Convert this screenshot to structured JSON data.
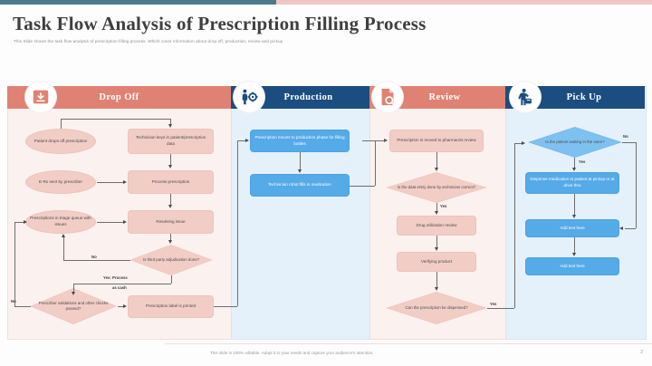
{
  "slide": {
    "title": "Task Flow Analysis of Prescription Filling Process",
    "subtitle": "This Slide shows the task flow analysis of prescription filling process. Which cover information about drop off, production, review and pickup",
    "footer_note": "This slide is 100% editable. Adapt it to your needs and capture your audience's attention.",
    "page_number": "2"
  },
  "colors": {
    "coral": "#e08273",
    "navy": "#1b4d80",
    "pink_node": "#f2cdc6",
    "blue_node": "#55aae8",
    "pink_panel": "#fbf1ef",
    "blue_panel": "#e4f1fb",
    "accent_teal": "#4d7a8a",
    "accent_pink": "#efc7c4"
  },
  "phases": [
    {
      "id": "drop-off",
      "label": "Drop Off",
      "icon": "download-arrow-icon",
      "band_color": "#e08273"
    },
    {
      "id": "production",
      "label": "Production",
      "icon": "worker-gear-icon",
      "band_color": "#1b4d80"
    },
    {
      "id": "review",
      "label": "Review",
      "icon": "document-search-icon",
      "band_color": "#e08273"
    },
    {
      "id": "pick-up",
      "label": "Pick Up",
      "icon": "pickup-person-icon",
      "band_color": "#1b4d80"
    }
  ],
  "chart_data": {
    "type": "diagram",
    "title": "Task Flow Analysis of Prescription Filling Process",
    "lanes": [
      "Drop Off",
      "Production",
      "Review",
      "Pick Up"
    ],
    "nodes": [
      {
        "id": "n1",
        "lane": "Drop Off",
        "shape": "ellipse",
        "text": "Patient drops off prescription"
      },
      {
        "id": "n2",
        "lane": "Drop Off",
        "shape": "process",
        "text": "Technician keys in patient/prescription data"
      },
      {
        "id": "n3",
        "lane": "Drop Off",
        "shape": "ellipse",
        "text": "E-Rx sent by prescriber"
      },
      {
        "id": "n4",
        "lane": "Drop Off",
        "shape": "process",
        "text": "Process prescription"
      },
      {
        "id": "n5",
        "lane": "Drop Off",
        "shape": "ellipse",
        "text": "Prescriptions in triage queue with issues"
      },
      {
        "id": "n6",
        "lane": "Drop Off",
        "shape": "process",
        "text": "Resolving issue"
      },
      {
        "id": "n7",
        "lane": "Drop Off",
        "shape": "decision",
        "text": "Is third party adjudication done?"
      },
      {
        "id": "n8",
        "lane": "Drop Off",
        "shape": "decision",
        "text": "Prescriber validations and other checks passed?"
      },
      {
        "id": "n9",
        "lane": "Drop Off",
        "shape": "process",
        "text": "Prescription label is printed"
      },
      {
        "id": "n10",
        "lane": "Production",
        "shape": "process",
        "text": "Prescription moves to production phase for filling bottles"
      },
      {
        "id": "n11",
        "lane": "Production",
        "shape": "process",
        "text": "Technician robot fills in medication"
      },
      {
        "id": "n12",
        "lane": "Review",
        "shape": "process",
        "text": "Prescription is moved to pharmacist review"
      },
      {
        "id": "n13",
        "lane": "Review",
        "shape": "decision",
        "text": "Is the data entry done by technician correct?"
      },
      {
        "id": "n14",
        "lane": "Review",
        "shape": "process",
        "text": "Drug utilization review"
      },
      {
        "id": "n15",
        "lane": "Review",
        "shape": "process",
        "text": "Verifying product"
      },
      {
        "id": "n16",
        "lane": "Review",
        "shape": "decision",
        "text": "Can the prescription be dispensed?"
      },
      {
        "id": "n17",
        "lane": "Pick Up",
        "shape": "decision",
        "text": "Is the patient waiting in the store?"
      },
      {
        "id": "n18",
        "lane": "Pick Up",
        "shape": "process",
        "text": "Dispense medication to patient at pickup or at drive thru"
      },
      {
        "id": "n19",
        "lane": "Pick Up",
        "shape": "process",
        "text": "Add text here"
      },
      {
        "id": "n20",
        "lane": "Pick Up",
        "shape": "process",
        "text": "Add text here"
      }
    ],
    "edge_labels": {
      "e_no_adjudication": "No",
      "e_yes_process_cash_l1": "Yes: Process",
      "e_yes_process_cash_l2": "as cash",
      "e_no_checks": "No",
      "e_yes_dataentry": "Yes",
      "e_yes_dispensed": "Yes",
      "e_no_waiting": "No",
      "e_yes_waiting": "Yes"
    }
  }
}
